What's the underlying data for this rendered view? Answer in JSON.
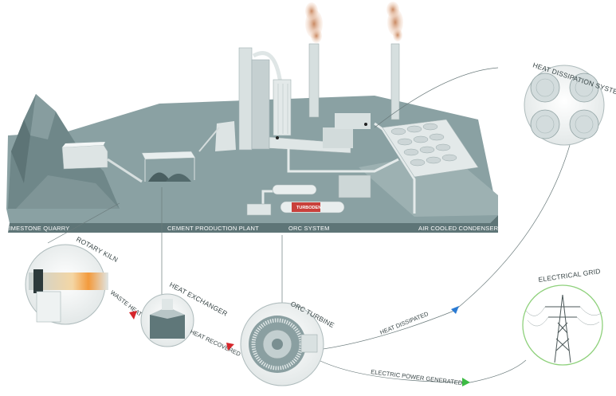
{
  "plant_sections": {
    "limestone_quarry": "LIMESTONE QUARRY",
    "cement_production_plant": "CEMENT PRODUCTION PLANT",
    "orc_system": "ORC SYSTEM",
    "air_cooled_condenser": "AIR COOLED CONDENSER"
  },
  "components": {
    "heat_dissipation_system": "HEAT DISSIPATION SYSTEM",
    "rotary_kiln": "ROTARY KILN",
    "heat_exchanger": "HEAT EXCHANGER",
    "orc_turbine": "ORC TURBINE",
    "electrical_grid": "ELECTRICAL GRID"
  },
  "flows": {
    "waste_heat": "WASTE HEAT",
    "heat_recovered": "HEAT RECOVERED",
    "heat_dissipated": "HEAT DISSIPATED",
    "electric_power_generated": "ELECTRIC POWER GENERATED"
  },
  "brand": "TURBODEN",
  "colors": {
    "plant": "#7c9597",
    "arrow_red": "#d6262b",
    "arrow_blue": "#2b7bd3",
    "arrow_green": "#3dbb44",
    "grid_circle": "#8fd17c"
  }
}
